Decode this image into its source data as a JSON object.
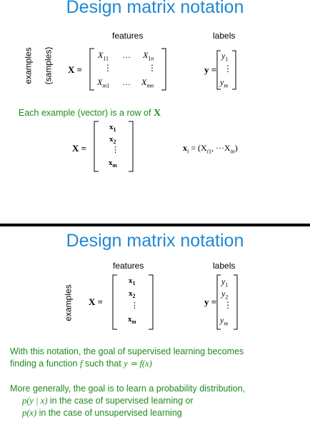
{
  "slide1": {
    "title": "Design matrix notation",
    "features_header": "features",
    "labels_header": "labels",
    "examples_label": "examples",
    "samples_label": "(samples)",
    "caption_prefix": "Each example (vector) is a row of",
    "caption_symbol": "X",
    "matrix_X_label": "X =",
    "matrix_y_label": "y =",
    "rows_label": "X =",
    "xi_def_prefix": "x",
    "xi_def_rest": " = (X",
    "xi_def_end": ", ···X",
    "xi_def_close": ")"
  },
  "slide2": {
    "title": "Design matrix notation",
    "features_header": "features",
    "labels_header": "labels",
    "examples_label": "examples",
    "matrix_X_label": "X =",
    "matrix_y_label": "y =",
    "goal_line1": "With this notation, the goal of supervised learning becomes",
    "goal_line2_prefix": "finding a function",
    "goal_line2_f": "f",
    "goal_line2_mid": "such that",
    "goal_line2_formula": "y ≃ f(x)",
    "general_line1": "More generally, the goal is to learn a probability distribution,",
    "general_line2_formula": "p(y | x)",
    "general_line2_text": "in the case of supervised learning or",
    "general_line3_formula": "p(x)",
    "general_line3_text": "in the case of unsupervised learning"
  },
  "colors": {
    "title": "#1f88d6",
    "caption": "#1f8a1f",
    "divider": "#000000"
  }
}
